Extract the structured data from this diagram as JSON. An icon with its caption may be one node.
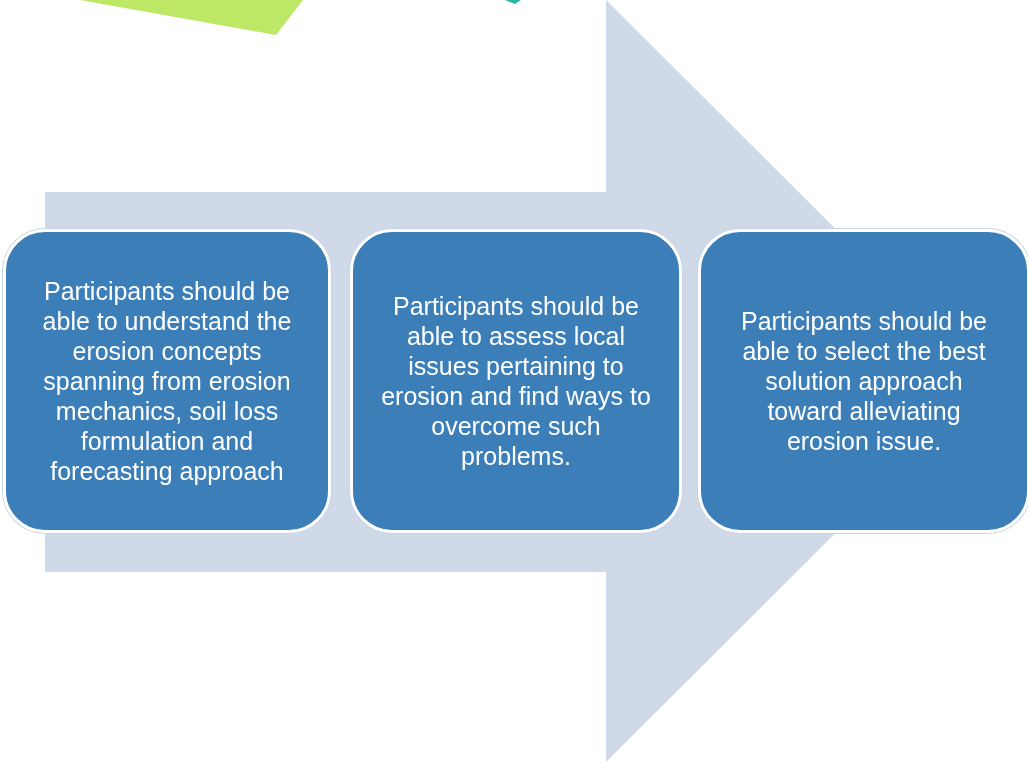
{
  "diagram": {
    "nodes": [
      {
        "text": [
          "Participants should be able to understand the erosion concepts spanning from erosion mechanics, soil loss formulation and forecasting approach"
        ]
      },
      {
        "text": [
          "Participants should be able to assess local issues pertaining to erosion and find ways to overcome such problems."
        ]
      },
      {
        "text": [
          "Participants should be able to select the best solution approach toward alleviating erosion issue."
        ]
      }
    ],
    "edges": [
      {
        "from": 0,
        "to": 2,
        "arrow": "to"
      }
    ]
  }
}
